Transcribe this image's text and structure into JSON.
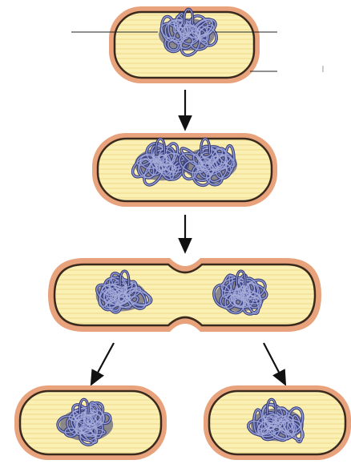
{
  "figure": {
    "kind": "binary-fission-diagram",
    "colors": {
      "cell_wall": "#e8a27c",
      "membrane": "#3a2a1e",
      "cytoplasm": "#fbf0b4",
      "cytoplasm_stripe": "#f4e49e",
      "dna_dark": "#2f3470",
      "dna_mid": "#5a64a8",
      "dna_light": "#a7acd8",
      "arrow": "#111111",
      "leader_line": "#222222"
    },
    "stages": [
      {
        "id": "parent-cell",
        "chromosomes": 1
      },
      {
        "id": "replicated-cell",
        "chromosomes": 2
      },
      {
        "id": "dividing-cell",
        "chromosomes": 2
      },
      {
        "id": "daughter-cell-left",
        "chromosomes": 1
      },
      {
        "id": "daughter-cell-right",
        "chromosomes": 1
      }
    ],
    "leader_lines": 3,
    "arrows": 4
  }
}
